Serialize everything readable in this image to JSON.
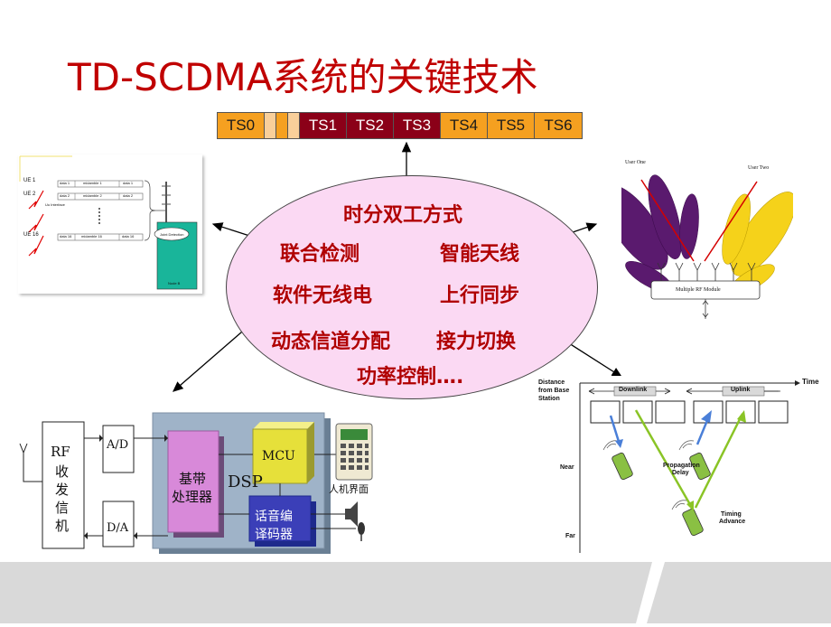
{
  "title": "TD-SCDMA系统的关键技术",
  "timeslots": [
    {
      "label": "TS0",
      "color": "#f5a020"
    },
    {
      "label": "",
      "color": "#f9cf9a"
    },
    {
      "label": "",
      "color": "#f5a020"
    },
    {
      "label": "",
      "color": "#f9cf9a"
    },
    {
      "label": "TS1",
      "color": "#8b0018"
    },
    {
      "label": "TS2",
      "color": "#8b0018"
    },
    {
      "label": "TS3",
      "color": "#8b0018"
    },
    {
      "label": "TS4",
      "color": "#f5a020"
    },
    {
      "label": "TS5",
      "color": "#f5a020"
    },
    {
      "label": "TS6",
      "color": "#f5a020"
    }
  ],
  "technologies": {
    "t1": "时分双工方式",
    "t2": "联合检测",
    "t3": "智能天线",
    "t4": "软件无线电",
    "t5": "上行同步",
    "t6": "动态信道分配",
    "t7": "接力切换",
    "t8": "功率控制…."
  },
  "joint_detection": {
    "ue1": "UE 1",
    "ue2": "UE 2",
    "ue16": "UE 16",
    "interface": "Uu Interface",
    "rows": [
      [
        "data 1",
        "midamble 1",
        "data 1"
      ],
      [
        "data 2",
        "midamble 2",
        "data 2"
      ],
      [
        "data 16",
        "midamble 16",
        "data 16"
      ]
    ],
    "jd": "Joint Detection",
    "node": "Node B"
  },
  "smart_antenna": {
    "user_one": "User One",
    "user_two": "User Two",
    "module": "Multiple RF Module"
  },
  "sdr": {
    "rf": "RF",
    "rf_chars": [
      "收",
      "发",
      "信",
      "机"
    ],
    "ad": "A/D",
    "da": "D/A",
    "baseband": [
      "基带",
      "处理器"
    ],
    "dsp": "DSP",
    "mcu": "MCU",
    "codec": [
      "话音编",
      "译码器"
    ],
    "hmi": "人机界面"
  },
  "uplink_sync": {
    "time": "Time",
    "distance": [
      "Distance",
      "from Base",
      "Station"
    ],
    "downlink": "Downlink",
    "uplink": "Uplink",
    "near": "Near",
    "far": "Far",
    "prop_delay": [
      "Propagation",
      "Delay"
    ],
    "timing_adv": [
      "Timing",
      "Advance"
    ]
  }
}
